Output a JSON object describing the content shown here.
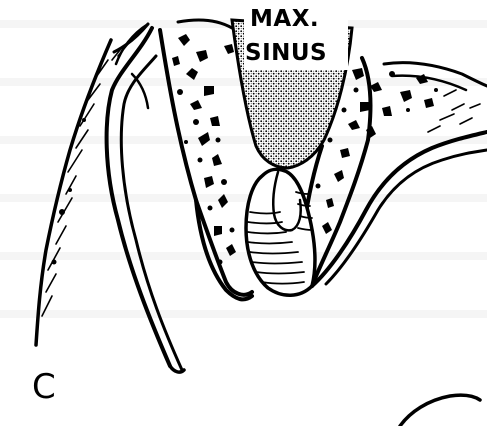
{
  "figure": {
    "sinus_label_line1": "MAX.",
    "sinus_label_line2": "SINUS",
    "panel_label": "C"
  }
}
